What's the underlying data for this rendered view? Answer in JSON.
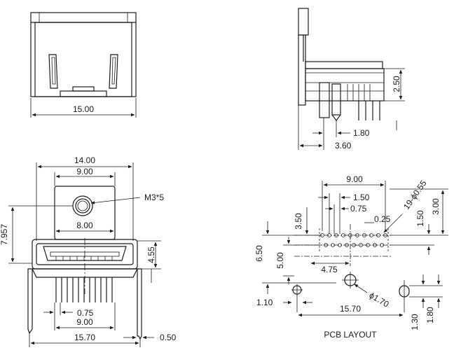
{
  "front_top": {
    "width_label": "15.00"
  },
  "side_view": {
    "height_label": "2.50",
    "pin_pitch_label": "1.80",
    "depth_label": "3.60"
  },
  "front_bottom": {
    "width_label": "14.00",
    "bracket_width_label": "9.00",
    "screw_label": "M3*5",
    "bracket_inner_label": "8.00",
    "height_label": "7.957",
    "shell_height_label": "4.55",
    "pin_pitch_label": "0.75",
    "pin_span_label": "9.00",
    "leg_span_label": "15.70",
    "leg_thickness_label": "0.50"
  },
  "pcb_layout": {
    "title": "PCB LAYOUT",
    "span_label": "9.00",
    "pitch_a_label": "1.50",
    "pitch_b_label": "0.75",
    "offset_label": "0.25",
    "holes_label": "19-ϕ0.55",
    "row_h1_label": "3.50",
    "row_h2_label": "3.00",
    "row_h3_label": "1.50",
    "total_h_label": "6.50",
    "mid_h_label": "5.00",
    "span_b_label": "4.75",
    "big_hole_label": "ϕ1.70",
    "left_hole_label": "1.10",
    "leg_span_label": "15.70",
    "slot_w_label": "1.30",
    "slot_h_label": "1.80"
  }
}
